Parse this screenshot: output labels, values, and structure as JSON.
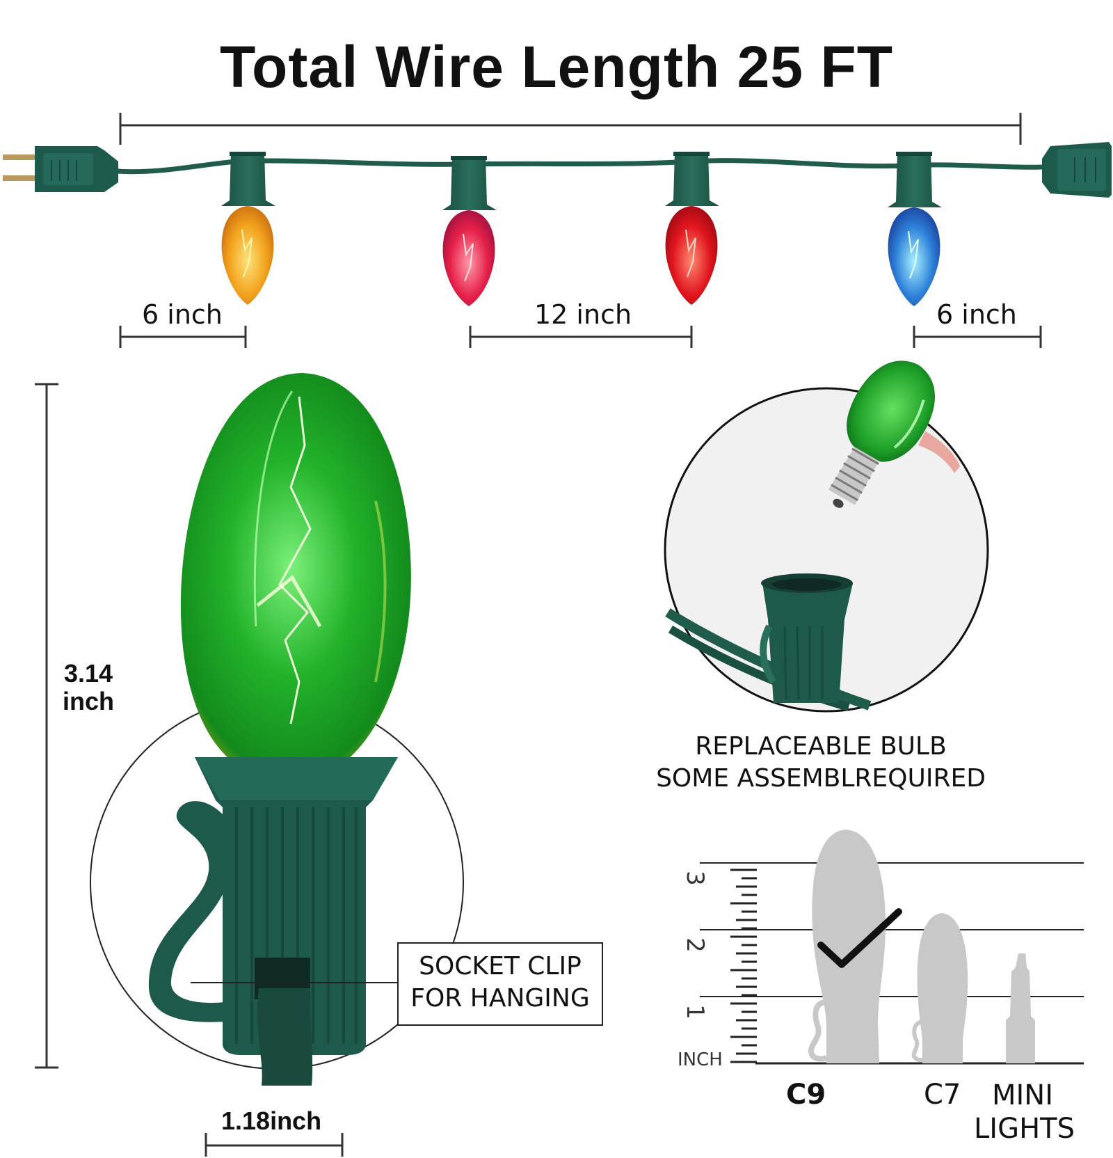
{
  "title": "Total Wire Length 25 FT",
  "spacing": {
    "left": "6 inch",
    "middle": "12 inch",
    "right": "6 inch"
  },
  "bulb_height": {
    "line1": "3.14",
    "line2": "inch"
  },
  "bulb_width": "1.18inch",
  "socket_clip": {
    "line1": "SOCKET CLIP",
    "line2": "FOR HANGING"
  },
  "replaceable": {
    "line1": "REPLACEABLE BULB",
    "line2": "SOME ASSEMBLREQUIRED"
  },
  "ruler": {
    "unit": "INCH",
    "marks": [
      "3",
      "2",
      "1"
    ]
  },
  "comparison": {
    "c9": "C9",
    "c7": "C7",
    "mini_line1": "MINI",
    "mini_line2": "LIGHTS"
  },
  "string_bulbs": [
    {
      "name": "amber-bulb",
      "color": "#f0a020"
    },
    {
      "name": "pink-red-bulb",
      "color": "#e8204a"
    },
    {
      "name": "red-bulb",
      "color": "#e0141e"
    },
    {
      "name": "blue-bulb",
      "color": "#2c7fd8"
    }
  ],
  "colors": {
    "wire": "#1f5c4c",
    "socket": "#1e5a4b",
    "main_bulb": "#1fa82a",
    "silhouette": "#c8c8c8"
  }
}
